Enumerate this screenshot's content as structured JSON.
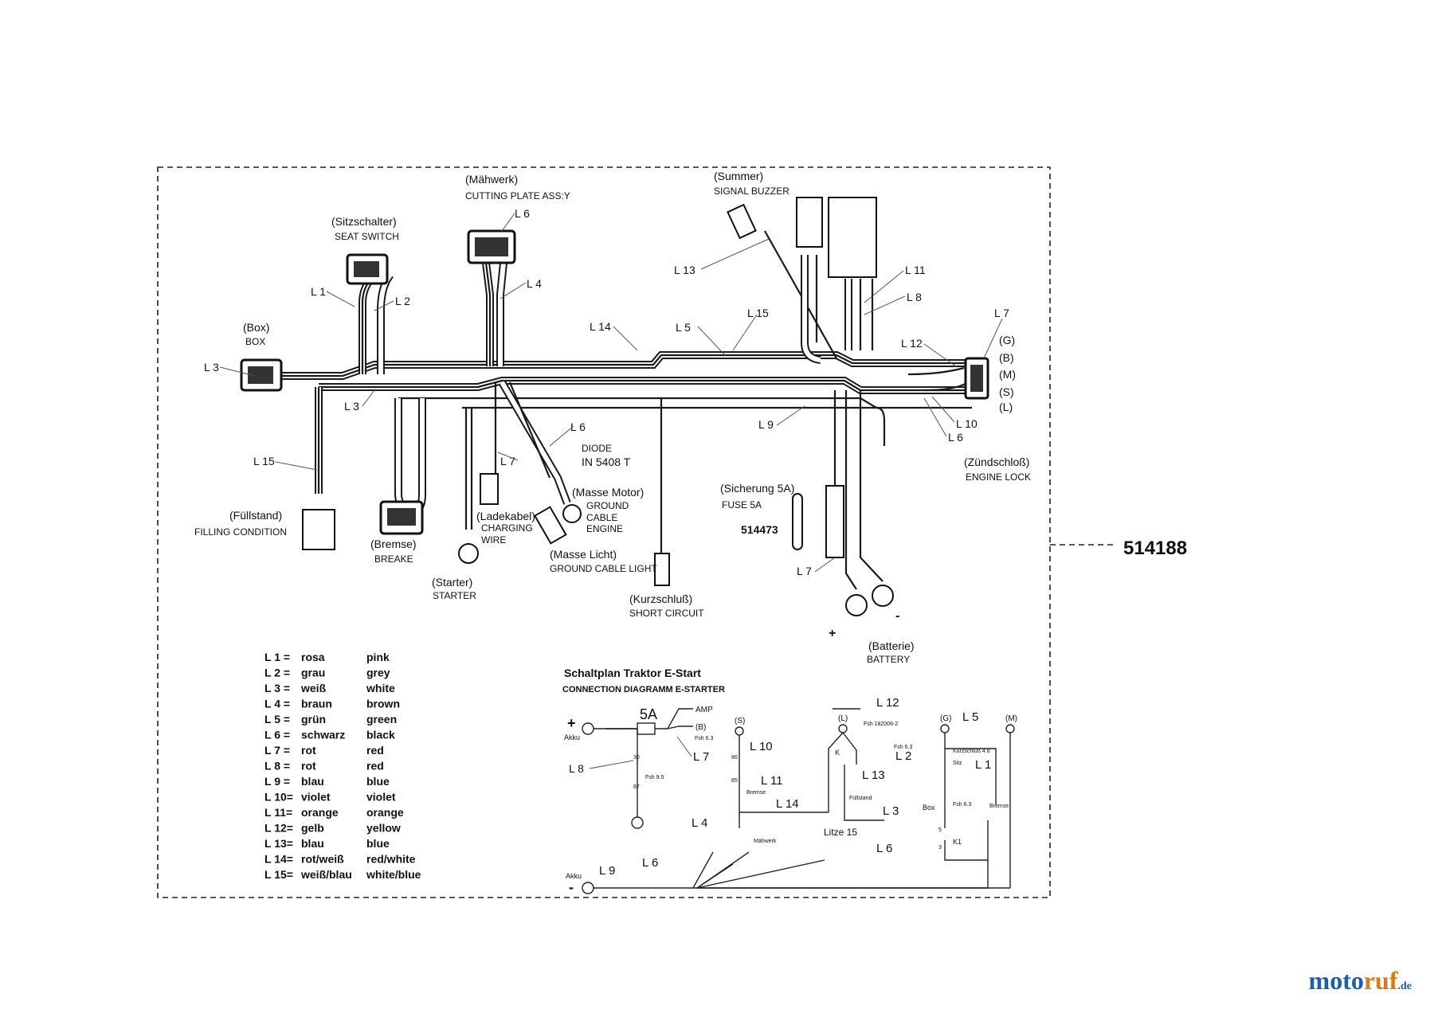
{
  "part_number": "514188",
  "fuse_part_number": "514473",
  "brand": {
    "name_a": "moto",
    "name_b": "ruf",
    "suffix": ".de"
  },
  "components": {
    "maehwerk": {
      "de": "(Mähwerk)",
      "en": "CUTTING PLATE ASS:Y"
    },
    "summer": {
      "de": "(Summer)",
      "en": "SIGNAL BUZZER"
    },
    "sitzschalter": {
      "de": "(Sitzschalter)",
      "en": "SEAT SWITCH"
    },
    "box": {
      "de": "(Box)",
      "en": "BOX"
    },
    "fuellstand": {
      "de": "(Füllstand)",
      "en": "FILLING CONDITION"
    },
    "bremse": {
      "de": "(Bremse)",
      "en": "BREAKE"
    },
    "starter": {
      "de": "(Starter)",
      "en": "STARTER"
    },
    "ladekabel": {
      "de": "(Ladekabel)",
      "en1": "CHARGING",
      "en2": "WIRE"
    },
    "masse_motor": {
      "de": "(Masse Motor)",
      "en1": "GROUND",
      "en2": "CABLE",
      "en3": "ENGINE"
    },
    "masse_licht": {
      "de": "(Masse Licht)",
      "en": "GROUND CABLE LIGHT"
    },
    "kurzschluss": {
      "de": "(Kurzschluß)",
      "en": "SHORT CIRCUIT"
    },
    "sicherung": {
      "de": "(Sicherung 5A)",
      "en": "FUSE 5A"
    },
    "batterie": {
      "de": "(Batterie)",
      "en": "BATTERY",
      "plus": "+",
      "minus": "-"
    },
    "zuendschloss": {
      "de": "(Zündschloß)",
      "en": "ENGINE LOCK",
      "pins": [
        "(G)",
        "(B)",
        "(M)",
        "(S)",
        "(L)"
      ]
    },
    "diode": {
      "line1": "DIODE",
      "line2": "IN 5408 T"
    }
  },
  "wire_labels": {
    "L1": "L 1",
    "L2": "L 2",
    "L3": "L 3",
    "L4": "L 4",
    "L5": "L 5",
    "L6": "L 6",
    "L7": "L 7",
    "L8": "L 8",
    "L9": "L 9",
    "L10": "L 10",
    "L11": "L 11",
    "L12": "L 12",
    "L13": "L 13",
    "L14": "L 14",
    "L15": "L 15"
  },
  "legend": [
    {
      "code": "L 1  =",
      "de": "rosa",
      "en": "pink"
    },
    {
      "code": "L 2  =",
      "de": "grau",
      "en": "grey"
    },
    {
      "code": "L 3  =",
      "de": "weiß",
      "en": "white"
    },
    {
      "code": "L 4  =",
      "de": "braun",
      "en": "brown"
    },
    {
      "code": "L 5  =",
      "de": "grün",
      "en": "green"
    },
    {
      "code": "L 6  =",
      "de": "schwarz",
      "en": "black"
    },
    {
      "code": "L 7  =",
      "de": "rot",
      "en": "red"
    },
    {
      "code": "L 8  =",
      "de": "rot",
      "en": "red"
    },
    {
      "code": "L 9  =",
      "de": "blau",
      "en": "blue"
    },
    {
      "code": "L 10=",
      "de": "violet",
      "en": "violet"
    },
    {
      "code": "L 11=",
      "de": "orange",
      "en": "orange"
    },
    {
      "code": "L 12=",
      "de": "gelb",
      "en": "yellow"
    },
    {
      "code": "L 13=",
      "de": "blau",
      "en": "blue"
    },
    {
      "code": "L 14=",
      "de": "rot/weiß",
      "en": "red/white"
    },
    {
      "code": "L 15=",
      "de": "weiß/blau",
      "en": "white/blue"
    }
  ],
  "schematic": {
    "title": "Schaltplan Traktor E-Start",
    "subtitle": "CONNECTION DIAGRAMM E-STARTER",
    "fuse": "5A",
    "amp": "AMP",
    "ib": "(B)",
    "s": "(S)",
    "l": "(L)",
    "g": "(G)",
    "m": "(M)",
    "akku_plus": "Akku",
    "akku_minus": "Akku",
    "plus": "+",
    "minus": "-",
    "fsh63": "Fsh 6.3",
    "fsh95": "Fsh 9.5",
    "fsh182006": "Fsh 182006-2",
    "bremse": "Bremse",
    "maehwerk": "Mähwerk",
    "fuellstand": "Füllstand",
    "litze": "Litze 15",
    "box": "Box",
    "sitz": "Sitz",
    "kurzschluss": "Kurzschluß 4.8",
    "k": "K",
    "k1": "K1",
    "n30": "30",
    "n87": "87",
    "n85": "85",
    "n86": "86",
    "n5": "5",
    "n3": "3"
  }
}
